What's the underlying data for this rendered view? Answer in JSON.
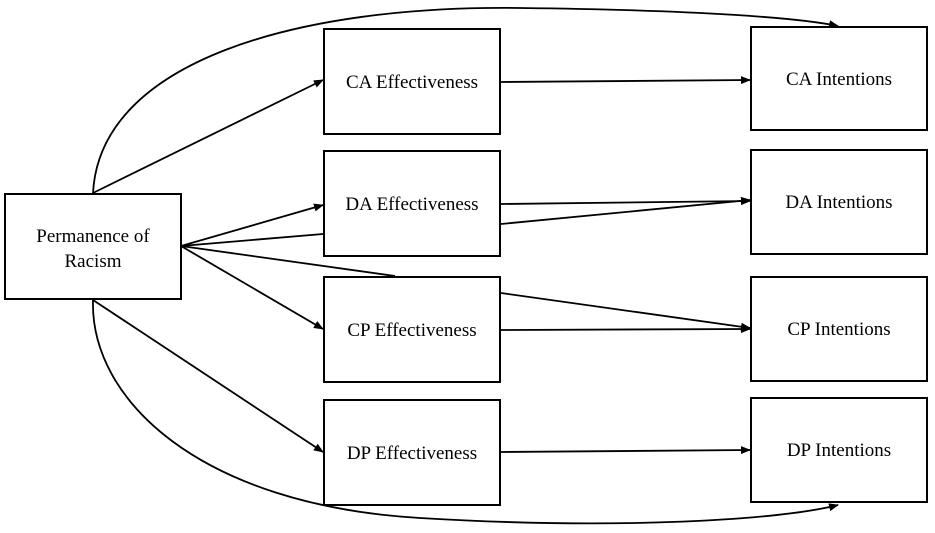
{
  "nodes": {
    "permanence": {
      "line1": "Permanence of",
      "line2": "Racism"
    },
    "ca_effectiveness": {
      "label": "CA Effectiveness"
    },
    "da_effectiveness": {
      "label": "DA Effectiveness"
    },
    "cp_effectiveness": {
      "label": "CP Effectiveness"
    },
    "dp_effectiveness": {
      "label": "DP Effectiveness"
    },
    "ca_intentions": {
      "label": "CA Intentions"
    },
    "da_intentions": {
      "label": "DA Intentions"
    },
    "cp_intentions": {
      "label": "CP Intentions"
    },
    "dp_intentions": {
      "label": "DP Intentions"
    }
  },
  "edges": [
    {
      "from": "permanence",
      "to": "ca_effectiveness"
    },
    {
      "from": "permanence",
      "to": "da_effectiveness"
    },
    {
      "from": "permanence",
      "to": "cp_effectiveness"
    },
    {
      "from": "permanence",
      "to": "dp_effectiveness"
    },
    {
      "from": "permanence",
      "to": "ca_intentions"
    },
    {
      "from": "permanence",
      "to": "da_intentions"
    },
    {
      "from": "permanence",
      "to": "cp_intentions"
    },
    {
      "from": "permanence",
      "to": "dp_intentions"
    },
    {
      "from": "ca_effectiveness",
      "to": "ca_intentions"
    },
    {
      "from": "da_effectiveness",
      "to": "da_intentions"
    },
    {
      "from": "cp_effectiveness",
      "to": "cp_intentions"
    },
    {
      "from": "dp_effectiveness",
      "to": "dp_intentions"
    }
  ],
  "colors": {
    "stroke": "#000000",
    "fill": "#ffffff",
    "text": "#000000"
  }
}
